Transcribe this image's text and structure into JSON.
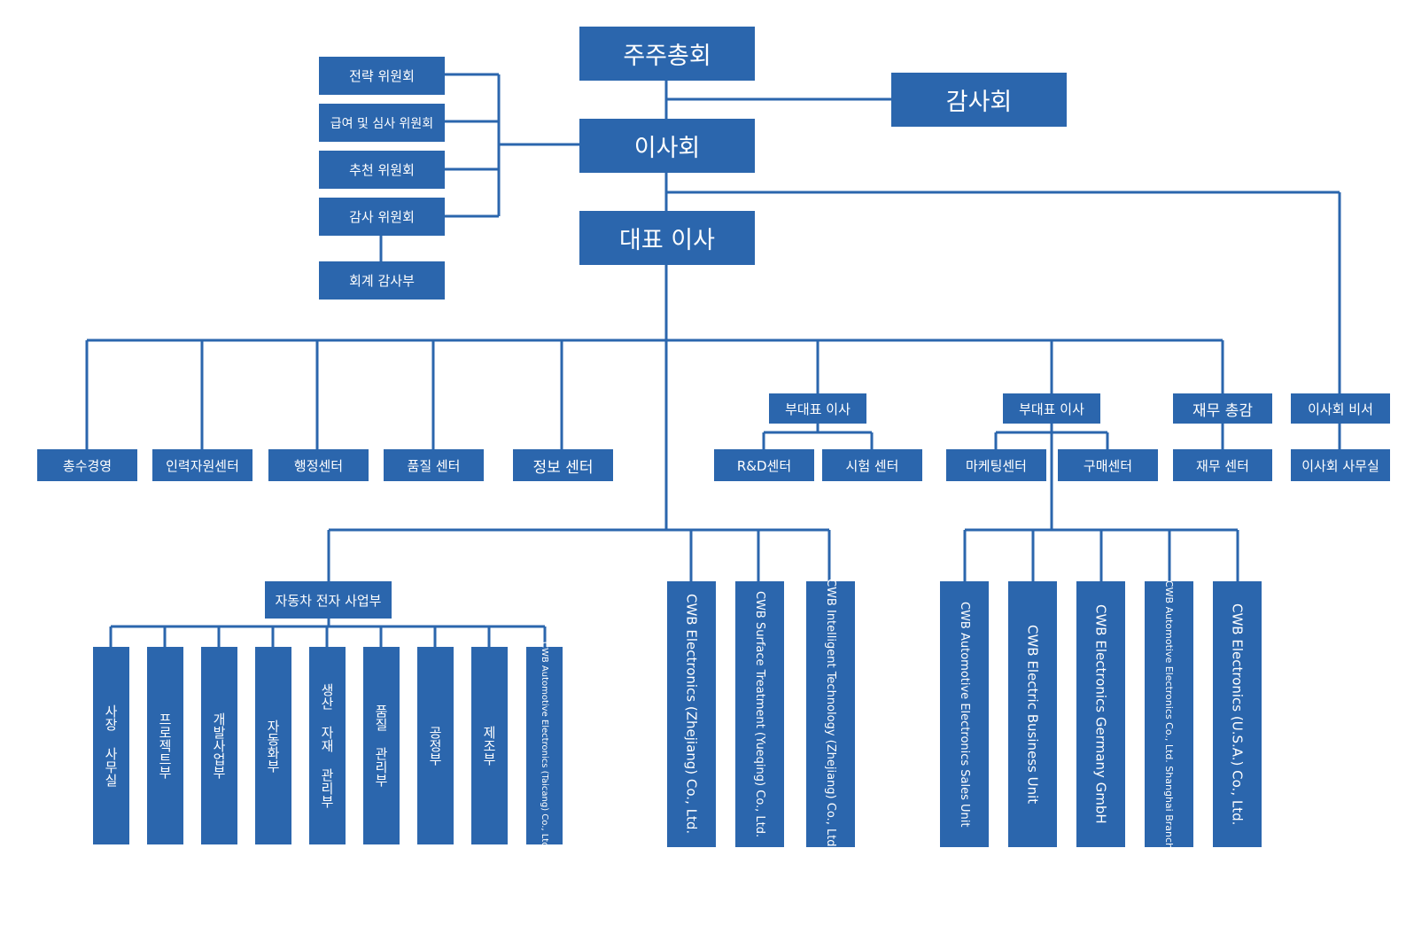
{
  "top": {
    "shareholders": "주주총회",
    "auditors": "감사회",
    "board": "이사회",
    "ceo": "대표 이사"
  },
  "committees": {
    "strategy": "전략 위원회",
    "compensation": "급여 및 심사 위원회",
    "nomination": "추천 위원회",
    "audit": "감사 위원회",
    "accounting_audit": "회계 감사부"
  },
  "level2": {
    "general_management": "총수경영",
    "hr_center": "인력자원센터",
    "admin_center": "행정센터",
    "quality_center": "품질 센터",
    "info_center": "정보 센터",
    "vice_ceo_1": "부대표 이사",
    "rd_center": "R&D센터",
    "test_center": "시험 센터",
    "vice_ceo_2": "부대표 이사",
    "marketing_center": "마케팅센터",
    "purchasing_center": "구매센터",
    "cfo": "재무 총감",
    "finance_center": "재무 센터",
    "board_secretary": "이사회 비서",
    "board_office": "이사회 사무실"
  },
  "automotive": {
    "division": "자동차 전자 사업부",
    "departments": [
      "사장 사무실",
      "프로젝트부",
      "개발사업부",
      "자동화부",
      "생산 자재 관리부",
      "품질 관리부",
      "공정부",
      "제조부",
      "CWB Automotive Electronics (Taicang) Co., Ltd."
    ]
  },
  "subsidiaries_ceo": [
    "CWB Electronics (Zhejiang) Co., Ltd.",
    "CWB Surface Treatment (Yueqing) Co., Ltd.",
    "CWB Intelligent Technology (Zhejiang) Co., Ltd."
  ],
  "subsidiaries_vice": [
    "CWB Automotive Electronics Sales Unit",
    "CWB Electric Business Unit",
    "CWB Electronics Germany GmbH",
    "CWB Automotive Electronics Co., Ltd. Shanghai Branch",
    "CWB Electronics (U.S.A.) Co., Ltd."
  ],
  "colors": {
    "box": "#2b66ad",
    "line": "#2b66ad",
    "text": "#ffffff",
    "background": "#ffffff"
  }
}
